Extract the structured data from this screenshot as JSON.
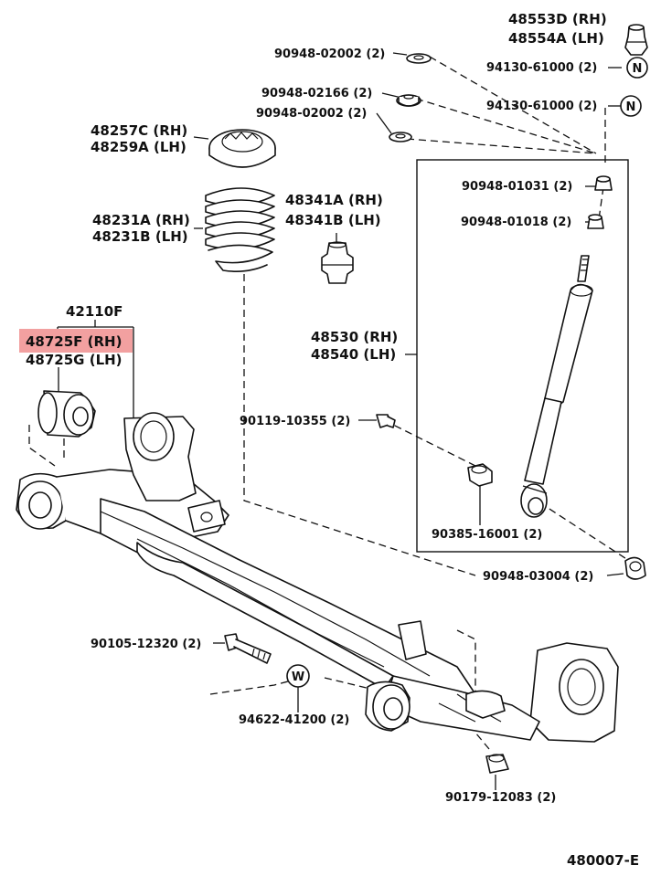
{
  "diagram_id": "480007-E",
  "highlight": {
    "color": "#f2a0a0",
    "part": "48725F (RH)"
  },
  "labels": {
    "p48553D": "48553D (RH)",
    "p48554A": "48554A (LH)",
    "p90948_02002_top": "90948-02002 (2)",
    "p94130_a": "94130-61000 (2)",
    "p90948_02166": "90948-02166 (2)",
    "p94130_b": "94130-61000 (2)",
    "p90948_02002_mid": "90948-02002 (2)",
    "p48257C": "48257C (RH)",
    "p48259A": "48259A (LH)",
    "p90948_01031": "90948-01031 (2)",
    "p48341A": "48341A (RH)",
    "p48341B": "48341B (LH)",
    "p48231A": "48231A (RH)",
    "p48231B": "48231B (LH)",
    "p90948_01018": "90948-01018 (2)",
    "p42110F": "42110F",
    "p48530": "48530 (RH)",
    "p48540": "48540 (LH)",
    "p48725F": "48725F (RH)",
    "p48725G": "48725G (LH)",
    "p90119": "90119-10355 (2)",
    "p90385": "90385-16001 (2)",
    "p90948_03004": "90948-03004 (2)",
    "p90105": "90105-12320 (2)",
    "p94622": "94622-41200 (2)",
    "p90179": "90179-12083 (2)"
  },
  "markers": {
    "n": "N",
    "w": "W"
  }
}
